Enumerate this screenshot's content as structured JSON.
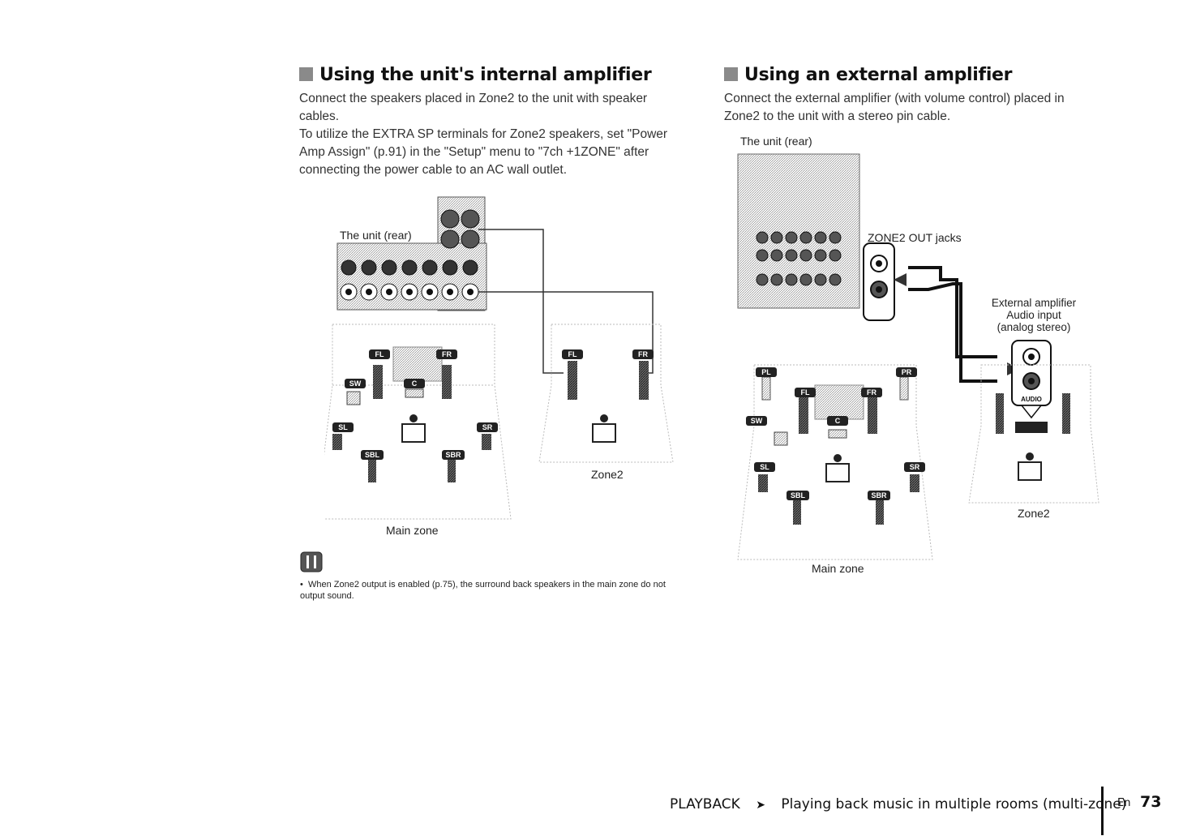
{
  "left": {
    "heading": "Using the unit's internal amplifier",
    "para1": "Connect the speakers placed in Zone2 to the unit with speaker cables.",
    "para2": "To utilize the EXTRA SP terminals for Zone2 speakers, set \"Power Amp Assign\" (p.91) in the \"Setup\" menu to \"7ch +1ZONE\" after connecting the power cable to an AC wall outlet.",
    "unit_label": "The unit (rear)",
    "zone2_label": "Zone2",
    "main_zone_label": "Main zone",
    "note": "When Zone2 output is enabled (p.75), the surround back speakers in the main zone do not output sound."
  },
  "right": {
    "heading": "Using an external amplifier",
    "para1": "Connect the external amplifier (with volume control) placed in Zone2 to the unit with a stereo pin cable.",
    "unit_label": "The unit (rear)",
    "jacks_label": "ZONE2 OUT jacks",
    "ext_amp_1": "External amplifier",
    "ext_amp_2": "Audio input",
    "ext_amp_3": "(analog stereo)",
    "audio_label": "AUDIO",
    "zone2_label": "Zone2",
    "main_zone_label": "Main zone"
  },
  "speakers": {
    "fl": "FL",
    "fr": "FR",
    "sw": "SW",
    "c": "C",
    "sl": "SL",
    "sr": "SR",
    "sbl": "SBL",
    "sbr": "SBR"
  },
  "footer": {
    "section": "PLAYBACK",
    "arrow": "➤",
    "title": "Playing back music in multiple rooms (multi-zone)",
    "lang": "En",
    "page": "73"
  },
  "colors": {
    "accent_square": "#8a8a8a",
    "hatch": "#9a9a9a",
    "dark": "#222222"
  }
}
